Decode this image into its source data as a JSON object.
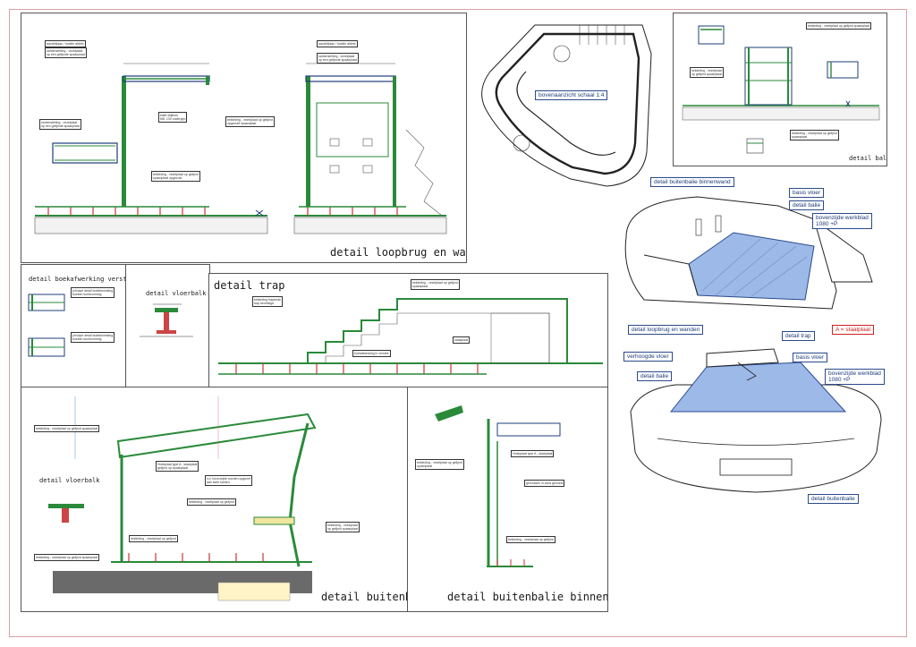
{
  "sheet": {
    "border_color": "#d9a0a6",
    "accent_blue": "#2a4a8c",
    "floor_fill": "#9cb9e8"
  },
  "titles": {
    "loopbrug": "detail loopbrug en wanden",
    "balie": "detail balie",
    "boekafwerking": "detail boekafwerking verstek",
    "vloerbalk_top": "detail vloerbalk",
    "trap": "detail trap",
    "vloerbalk_bottom": "detail vloerbalk",
    "buitenbalie": "detail buitenbalie",
    "binnenwand": "detail buitenbalie binnenwand"
  },
  "plan_label": "bovenaanzicht schaal 1:4",
  "iso_top": {
    "binnenwand": "detail buitenbalie binnenwand",
    "basis_vloer": "basis vloer",
    "detail_balie": "detail balie",
    "werkblad": "bovenzijde werkblad\n1080 +P",
    "legend": "A = staalplaat"
  },
  "iso_bottom": {
    "loopbrug": "detail loopbrug en wanden",
    "trap": "detail trap",
    "verhoogde_vloer": "verhoogde vloer",
    "basis_vloer": "basis vloer",
    "detail_balie": "detail balie",
    "werkblad": "bovenzijde werkblad\n1080 +P",
    "buitenbalie": "detail buitenbalie"
  }
}
